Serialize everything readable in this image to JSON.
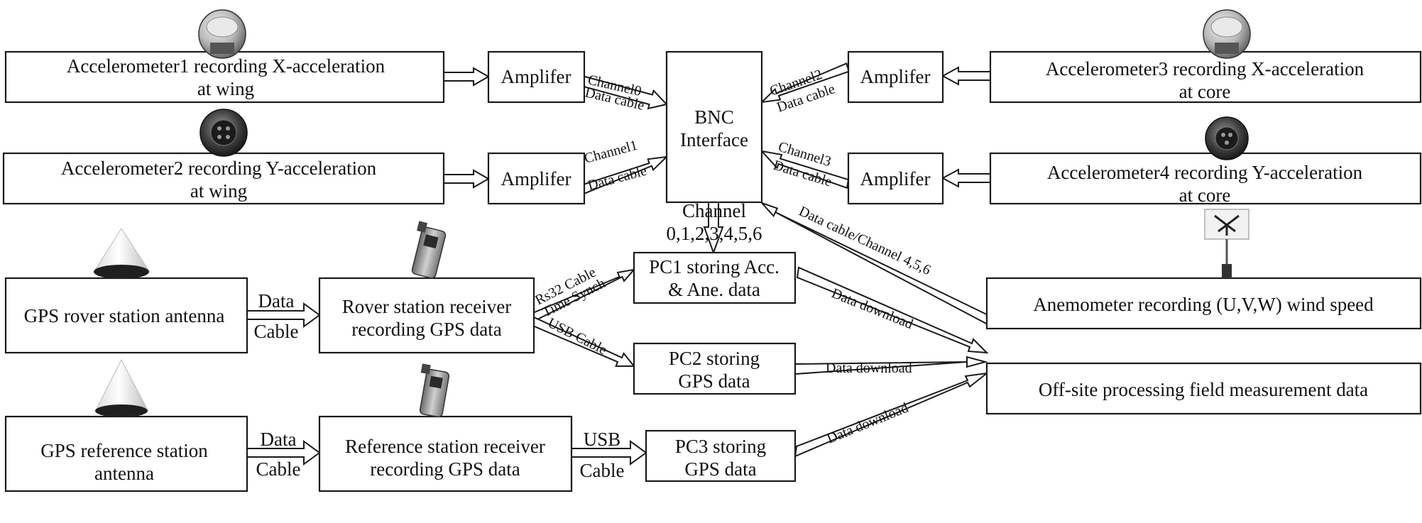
{
  "boxes": {
    "acc1": [
      "Accelerometer1 recording X-acceleration",
      "at wing"
    ],
    "acc2": [
      "Accelerometer2 recording Y-acceleration",
      "at wing"
    ],
    "acc3": [
      "Accelerometer3 recording X-acceleration",
      "at core"
    ],
    "acc4": [
      "Accelerometer4 recording Y-acceleration",
      "at core"
    ],
    "amp": "Amplifer",
    "bnc": [
      "BNC",
      "Interface"
    ],
    "gps_rover_antenna": "GPS rover station antenna",
    "rover_receiver": [
      "Rover station receiver",
      "recording GPS data"
    ],
    "pc1": [
      "PC1 storing Acc.",
      "& Ane. data"
    ],
    "pc2": [
      "PC2 storing",
      "GPS data"
    ],
    "gps_ref_antenna": [
      "GPS reference station",
      "antenna"
    ],
    "ref_receiver": [
      "Reference station receiver",
      "recording GPS  data"
    ],
    "pc3": [
      "PC3 storing",
      "GPS data"
    ],
    "anemometer": "Anemometer recording (U,V,W) wind speed",
    "offsite": "Off-site processing field measurement data"
  },
  "connections": {
    "channel0": "Channel0",
    "channel1": "Channel1",
    "channel2": "Channel2",
    "channel3": "Channel3",
    "data_cable": "Data cable",
    "bnc_out": [
      "Channel",
      "0,1,2,3,4,5,6"
    ],
    "anemometer_link": "Data cable/Channel 4,5,6",
    "rs32": "Rs32 Cable",
    "time_synch": "Time Synch",
    "usb_cable": "USB Cable",
    "data": "Data",
    "cable": "Cable",
    "usb": "USB",
    "data_download": "Data download"
  },
  "icons": {
    "accelerometer_xy": "accelerometer-sensor-icon",
    "accelerometer_connector": "accelerometer-connector-icon",
    "gps_antenna": "gps-antenna-icon",
    "gps_receiver": "gps-receiver-icon",
    "anemometer": "anemometer-icon"
  }
}
